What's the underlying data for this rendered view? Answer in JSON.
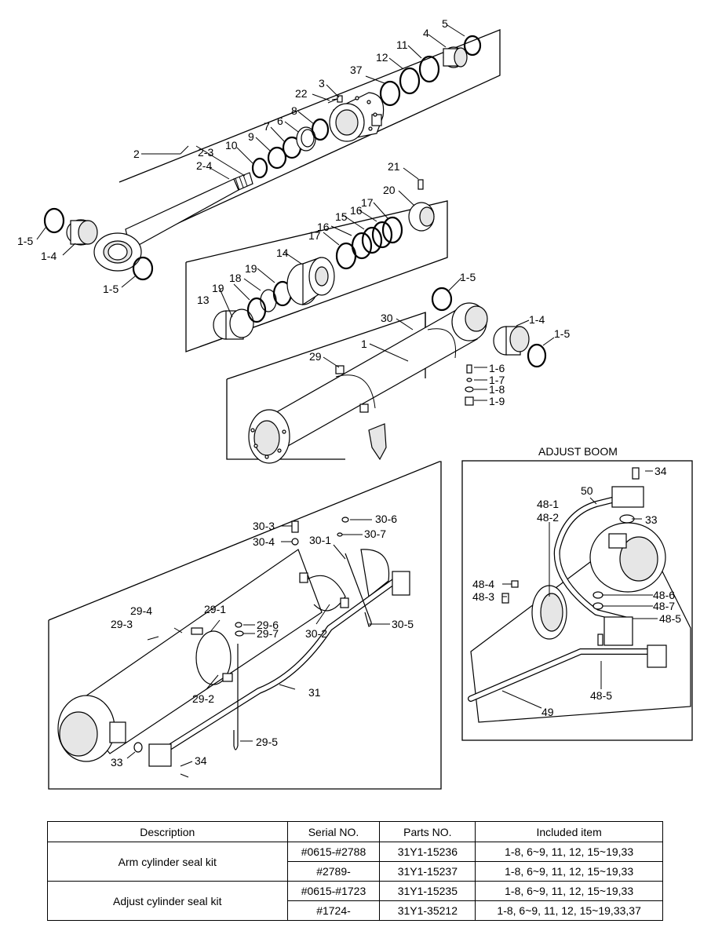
{
  "diagram": {
    "labels": {
      "l1": "1",
      "l1_4a": "1-4",
      "l1_4b": "1-4",
      "l1_5a": "1-5",
      "l1_5b": "1-5",
      "l1_5c": "1-5",
      "l1_5d": "1-5",
      "l1_6": "1-6",
      "l1_7": "1-7",
      "l1_8": "1-8",
      "l1_9": "1-9",
      "l2": "2",
      "l2_3": "2-3",
      "l2_4": "2-4",
      "l3": "3",
      "l4": "4",
      "l5": "5",
      "l6": "6",
      "l7": "7",
      "l8": "8",
      "l9": "9",
      "l10": "10",
      "l11": "11",
      "l12": "12",
      "l13": "13",
      "l14": "14",
      "l15": "15",
      "l16a": "16",
      "l16b": "16",
      "l17a": "17",
      "l17b": "17",
      "l18": "18",
      "l19a": "19",
      "l19b": "19",
      "l20": "20",
      "l21": "21",
      "l22": "22",
      "l29": "29",
      "l30": "30",
      "l37": "37",
      "l30_1": "30-1",
      "l30_3": "30-3",
      "l30_4": "30-4",
      "l30_5": "30-5",
      "l30_6": "30-6",
      "l30_7": "30-7",
      "l29_1": "29-1",
      "l29_2": "29-2",
      "l29_3": "29-3",
      "l29_4": "29-4",
      "l29_5": "29-5",
      "l29_6": "29-6",
      "l29_7": "29-7",
      "l30_2": "30-2",
      "l31": "31",
      "l33a": "33",
      "l34a": "34",
      "adjust_title": "ADJUST BOOM",
      "l34b": "34",
      "l33b": "33",
      "l50": "50",
      "l48_1": "48-1",
      "l48_2": "48-2",
      "l48_3": "48-3",
      "l48_4": "48-4",
      "l48_5a": "48-5",
      "l48_5b": "48-5",
      "l48_6": "48-6",
      "l48_7": "48-7",
      "l49": "49"
    }
  },
  "table": {
    "headers": {
      "description": "Description",
      "serial": "Serial NO.",
      "parts": "Parts NO.",
      "included": "Included item"
    },
    "groups": [
      {
        "description": "Arm cylinder seal kit",
        "rows": [
          {
            "serial": "#0615-#2788",
            "parts": "31Y1-15236",
            "included": "1-8, 6~9, 11, 12, 15~19,33"
          },
          {
            "serial": "#2789-",
            "parts": "31Y1-15237",
            "included": "1-8, 6~9, 11, 12, 15~19,33"
          }
        ]
      },
      {
        "description": "Adjust cylinder seal kit",
        "rows": [
          {
            "serial": "#0615-#1723",
            "parts": "31Y1-15235",
            "included": "1-8, 6~9, 11, 12, 15~19,33"
          },
          {
            "serial": "#1724-",
            "parts": "31Y1-35212",
            "included": "1-8, 6~9, 11, 12, 15~19,33,37"
          }
        ]
      }
    ]
  }
}
